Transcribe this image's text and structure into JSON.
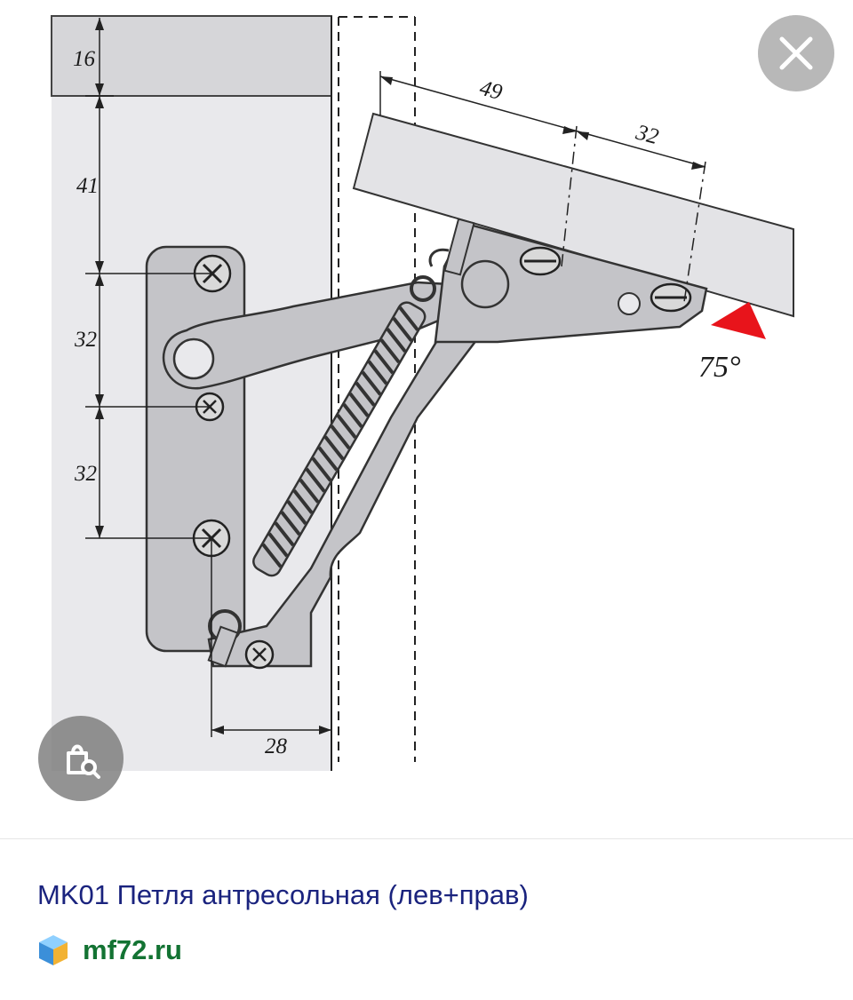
{
  "figure": {
    "dimensions": {
      "panel_thickness": "16",
      "first_hole_offset": "41",
      "hole_spacing_upper": "32",
      "hole_spacing_lower": "32",
      "side_offset": "28",
      "lid_offset": "49",
      "lid_spacing": "32"
    },
    "angle_label": "75°",
    "angle_marker_color": "#e8141b"
  },
  "overlay": {
    "close_icon": "close-icon",
    "lens_icon": "visual-search-icon"
  },
  "result": {
    "title": "MK01 Петля антресольная (лев+прав)",
    "source_icon": "cube-favicon-icon",
    "source": "mf72.ru",
    "title_color": "#1a237e",
    "source_color": "#137333"
  }
}
